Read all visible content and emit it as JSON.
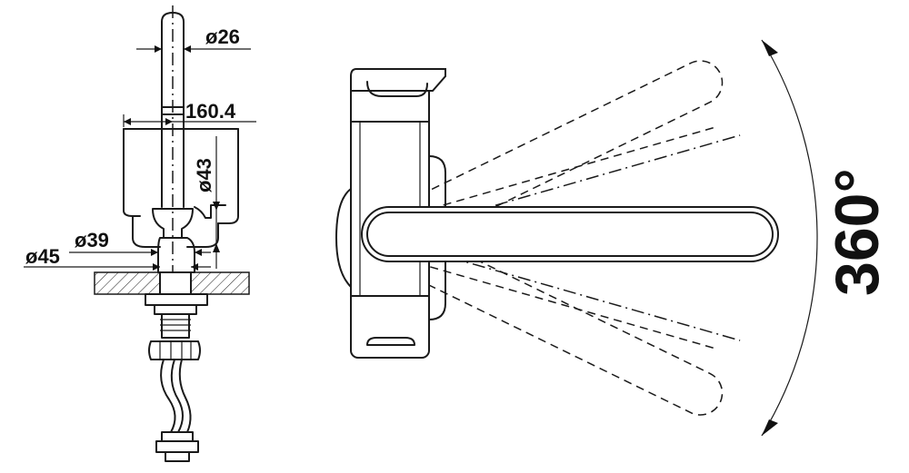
{
  "side_view": {
    "dim_spout_diameter": "ø26",
    "dim_reach": "160.4",
    "dim_body_diameter": "ø43",
    "dim_base_diameter": "ø39",
    "dim_hole_diameter": "ø45"
  },
  "top_view": {
    "swivel_angle": "360°"
  }
}
